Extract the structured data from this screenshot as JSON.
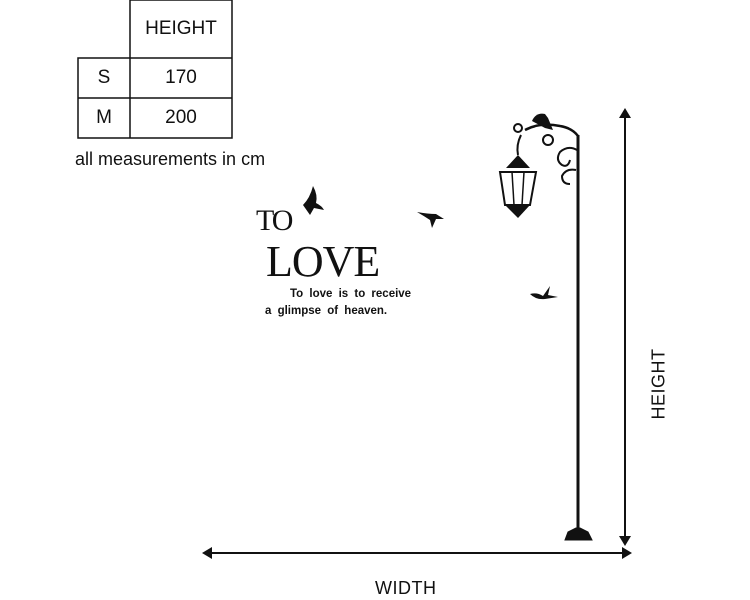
{
  "size_table": {
    "header": "HEIGHT",
    "rows": [
      {
        "size": "S",
        "height": "170"
      },
      {
        "size": "M",
        "height": "200"
      }
    ]
  },
  "note": "all measurements in cm",
  "artwork": {
    "title_small": "TO",
    "title_large": "LOVE",
    "quote_line1": "To love is to receive",
    "quote_line2": "a glimpse of heaven."
  },
  "dimensions": {
    "height_label": "HEIGHT",
    "width_label": "WIDTH"
  }
}
